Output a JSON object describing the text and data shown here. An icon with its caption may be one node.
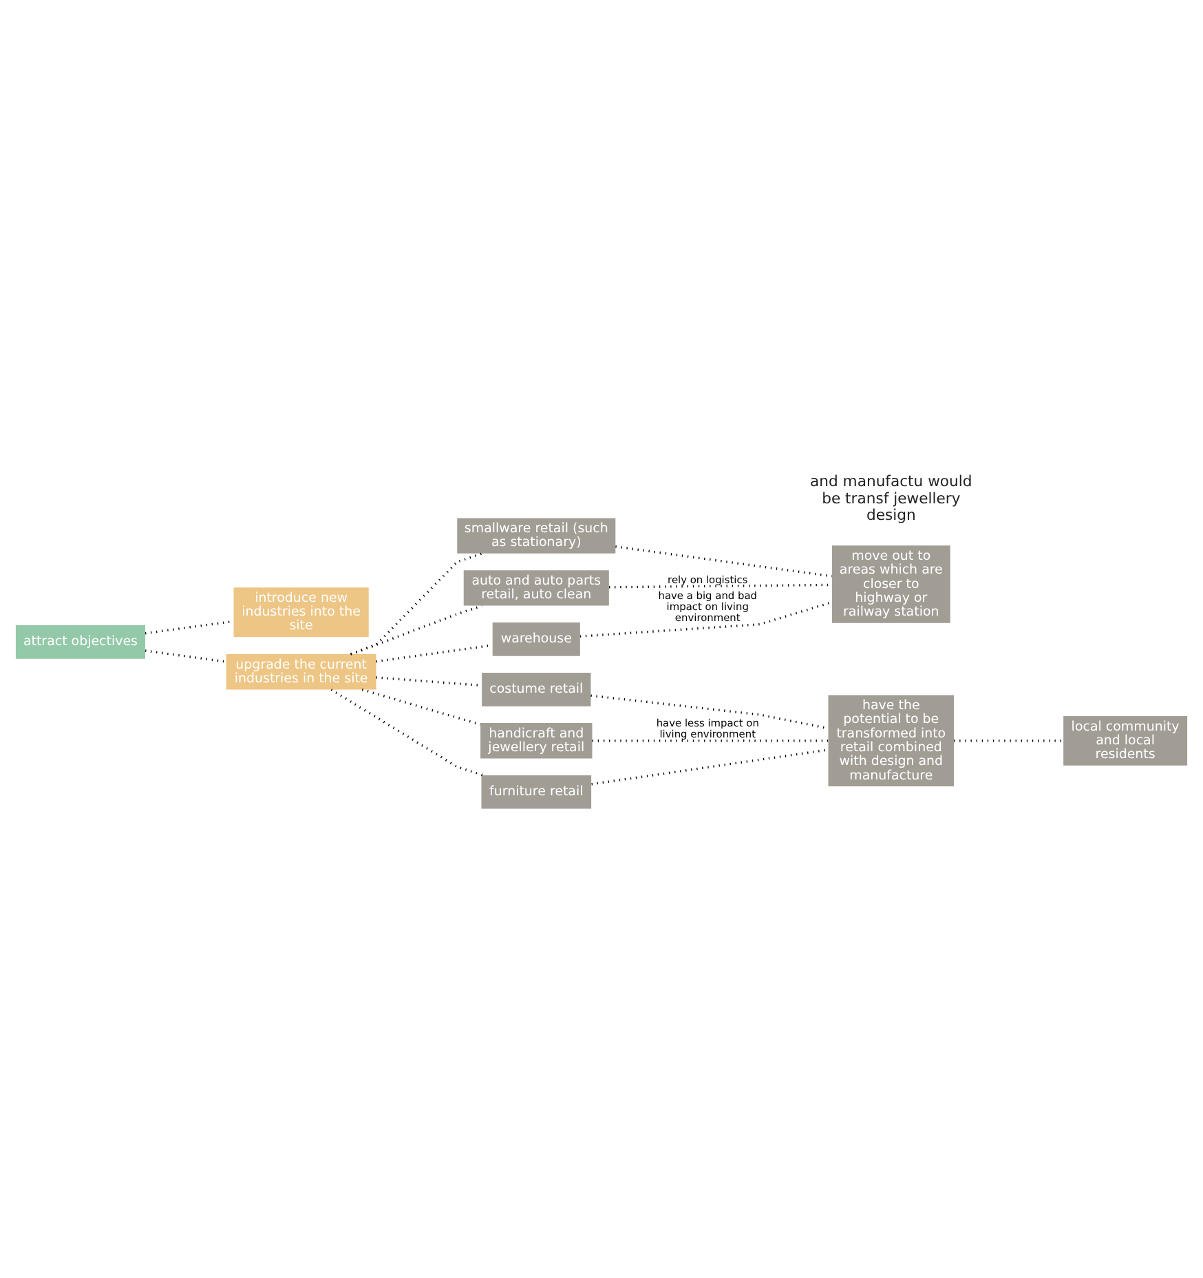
{
  "diagram": {
    "nodes": [
      {
        "text": [
          "attract objectives"
        ]
      },
      {
        "text": [
          "introduce new industries into the site"
        ]
      },
      {
        "text": [
          "upgrade the current industries in the site"
        ]
      },
      {
        "text": [
          "smallware retail (such as stationary)"
        ]
      },
      {
        "text": [
          "auto and auto parts retail, auto clean"
        ]
      },
      {
        "text": [
          "warehouse"
        ]
      },
      {
        "text": [
          "costume retail"
        ]
      },
      {
        "text": [
          "handicraft and jewellery retail"
        ]
      },
      {
        "text": [
          "furniture retail"
        ]
      },
      {
        "text": [
          "move out to areas which are closer to highway or railway station"
        ]
      },
      {
        "text": [
          "have the potential to be transformed into retail combined with design and manufacture"
        ]
      },
      {
        "text": [
          "local community and local residents"
        ]
      }
    ],
    "edges": [
      {
        "from": 0,
        "to": 1,
        "arrow": "none"
      },
      {
        "from": 0,
        "to": 2,
        "arrow": "none"
      },
      {
        "from": 2,
        "to": 3,
        "arrow": "none"
      },
      {
        "from": 2,
        "to": 4,
        "arrow": "none"
      },
      {
        "from": 2,
        "to": 5,
        "arrow": "none"
      },
      {
        "from": 2,
        "to": 6,
        "arrow": "none"
      },
      {
        "from": 2,
        "to": 7,
        "arrow": "none"
      },
      {
        "from": 2,
        "to": 8,
        "arrow": "none"
      },
      {
        "from": 3,
        "to": 9,
        "arrow": "none"
      },
      {
        "from": 4,
        "to": 9,
        "label": "rely on logistics",
        "arrow": "none"
      },
      {
        "from": 5,
        "to": 9,
        "label": "have a big and bad impact on living environment",
        "arrow": "none"
      },
      {
        "from": 6,
        "to": 10,
        "arrow": "none"
      },
      {
        "from": 7,
        "to": 10,
        "label": "have less impact on living environment",
        "arrow": "none"
      },
      {
        "from": 8,
        "to": 10,
        "arrow": "none"
      },
      {
        "from": 10,
        "to": 11,
        "arrow": "none"
      }
    ],
    "labels": [
      "and manufactu would be transf jewellery design"
    ]
  }
}
